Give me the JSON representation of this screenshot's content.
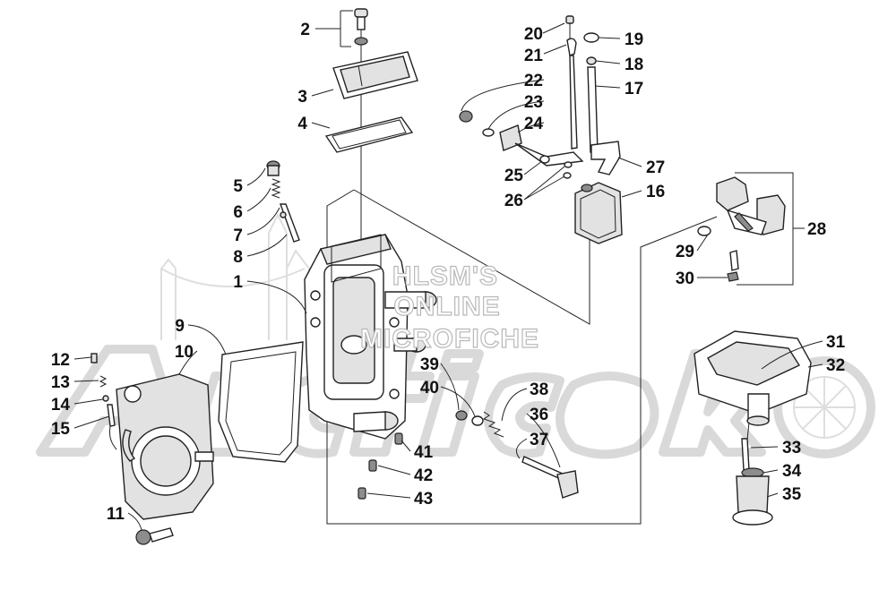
{
  "watermark": {
    "lines": [
      "HLSM'S",
      "ONLINE",
      "MICROFICHE"
    ],
    "logo_text": "ArcticCat"
  },
  "callouts": [
    "1",
    "2",
    "3",
    "4",
    "5",
    "6",
    "7",
    "8",
    "9",
    "10",
    "11",
    "12",
    "13",
    "14",
    "15",
    "16",
    "17",
    "18",
    "19",
    "20",
    "21",
    "22",
    "23",
    "24",
    "25",
    "26",
    "27",
    "28",
    "29",
    "30",
    "31",
    "32",
    "33",
    "34",
    "35",
    "36",
    "37",
    "38",
    "39",
    "40",
    "41",
    "42",
    "43"
  ]
}
